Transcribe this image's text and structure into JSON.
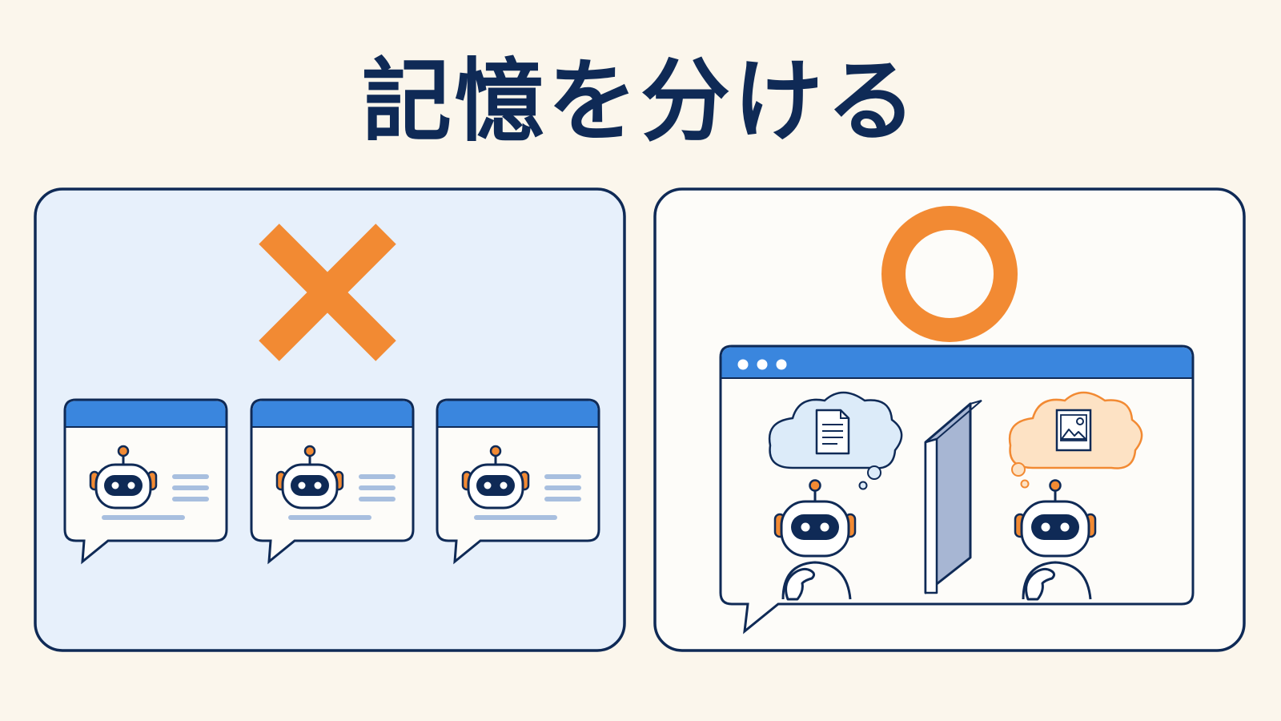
{
  "title": "記憶を分ける",
  "panels": {
    "bad": {
      "mark": "cross-mark",
      "chat_window_count": 3
    },
    "good": {
      "mark": "circle-mark",
      "window_control_dots": 3,
      "left_thought": "document-icon",
      "right_thought": "image-icon",
      "divider": "wall-divider"
    }
  },
  "colors": {
    "background": "#fbf6ec",
    "navy": "#0f2a56",
    "accent_orange": "#f28a33",
    "window_blue": "#3a86de",
    "panel_blue": "#e7f0fb",
    "thought_blue": "#dcebf9",
    "thought_orange": "#fde2c4",
    "wall": "#a7b6d3"
  }
}
